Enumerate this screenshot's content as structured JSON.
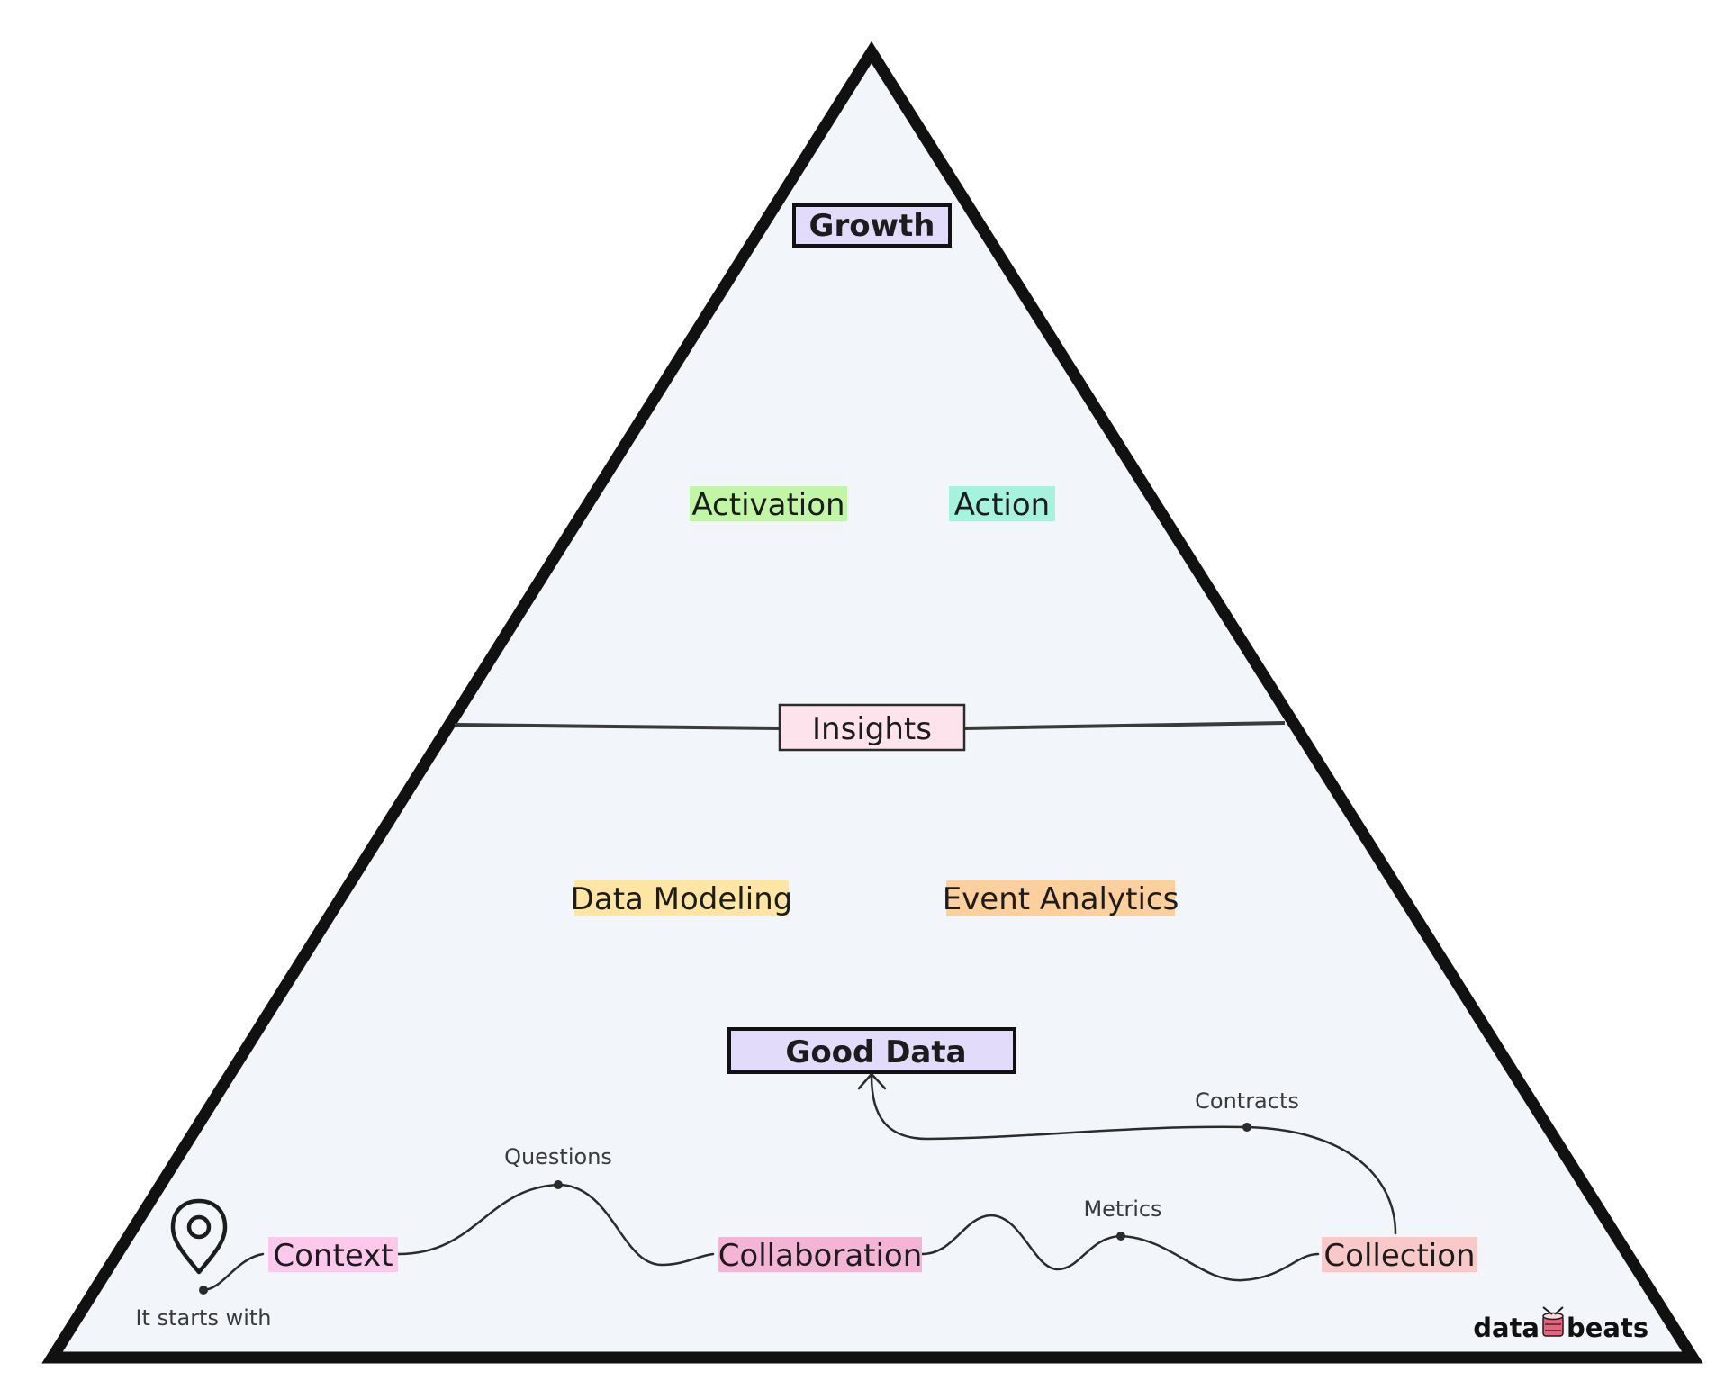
{
  "pyramid": {
    "top_label": "Growth",
    "middle_label": "Insights",
    "bottom_label": "Good Data",
    "upper_tags": [
      "Activation",
      "Action"
    ],
    "lower_tags": [
      "Data Modeling",
      "Event Analytics"
    ]
  },
  "journey": {
    "start_caption": "It starts with",
    "steps": [
      "Context",
      "Collaboration",
      "Collection"
    ],
    "connectors": [
      "Questions",
      "Metrics",
      "Contracts"
    ]
  },
  "brand": {
    "left": "data",
    "right": "beats"
  },
  "colors": {
    "pyramid_fill": "#f2f5fa",
    "outline": "#111111",
    "growth_box": "#e2dcfa",
    "good_data_box": "#e2dcfa",
    "insights_box": "#fde4ec",
    "activation": "#c2f6a6",
    "action": "#a5f3dc",
    "data_modeling": "#fde5a4",
    "event_analytics": "#fbd09c",
    "context": "#fcc9ec",
    "collaboration": "#f3b4d6",
    "collection": "#f9c8c8"
  }
}
